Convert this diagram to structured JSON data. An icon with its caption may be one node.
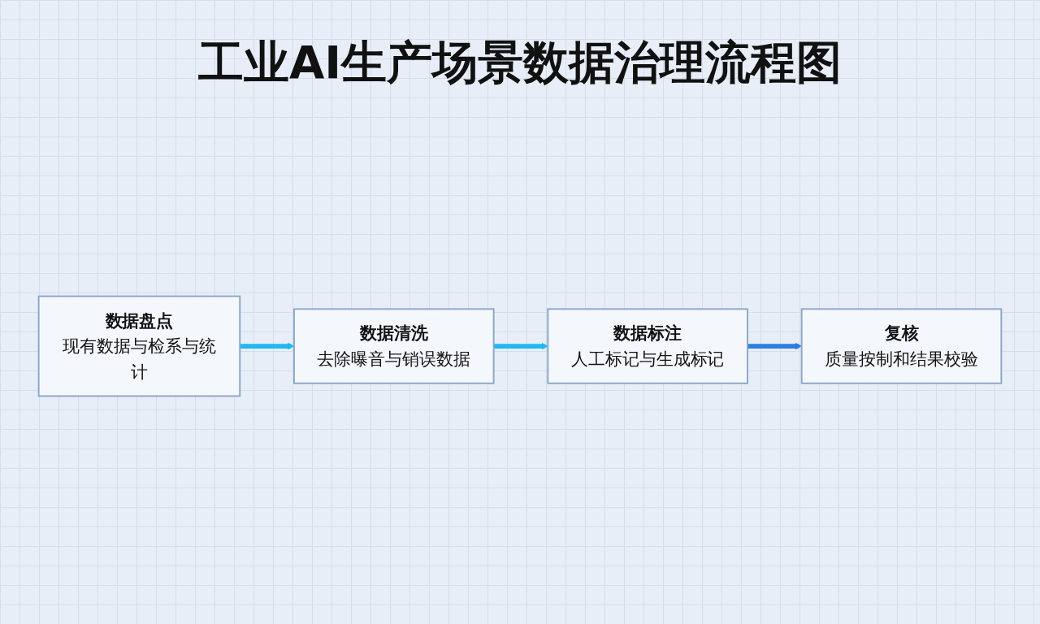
{
  "diagram": {
    "title": "工业AI生产场景数据治理流程图",
    "nodes": [
      {
        "text": [
          "数据盘点",
          "现有数据与检系与统计"
        ]
      },
      {
        "text": [
          "数据清洗",
          "去除曝音与销误数据"
        ]
      },
      {
        "text": [
          "数据标注",
          "人工标记与生成标记"
        ]
      },
      {
        "text": [
          "复核",
          "质量按制和结果校验"
        ]
      }
    ],
    "edges": [
      {
        "from": 0,
        "to": 1,
        "arrow": "to"
      },
      {
        "from": 1,
        "to": 2,
        "arrow": "to"
      },
      {
        "from": 2,
        "to": 3,
        "arrow": "to",
        "color": "#2f7de1"
      }
    ]
  }
}
